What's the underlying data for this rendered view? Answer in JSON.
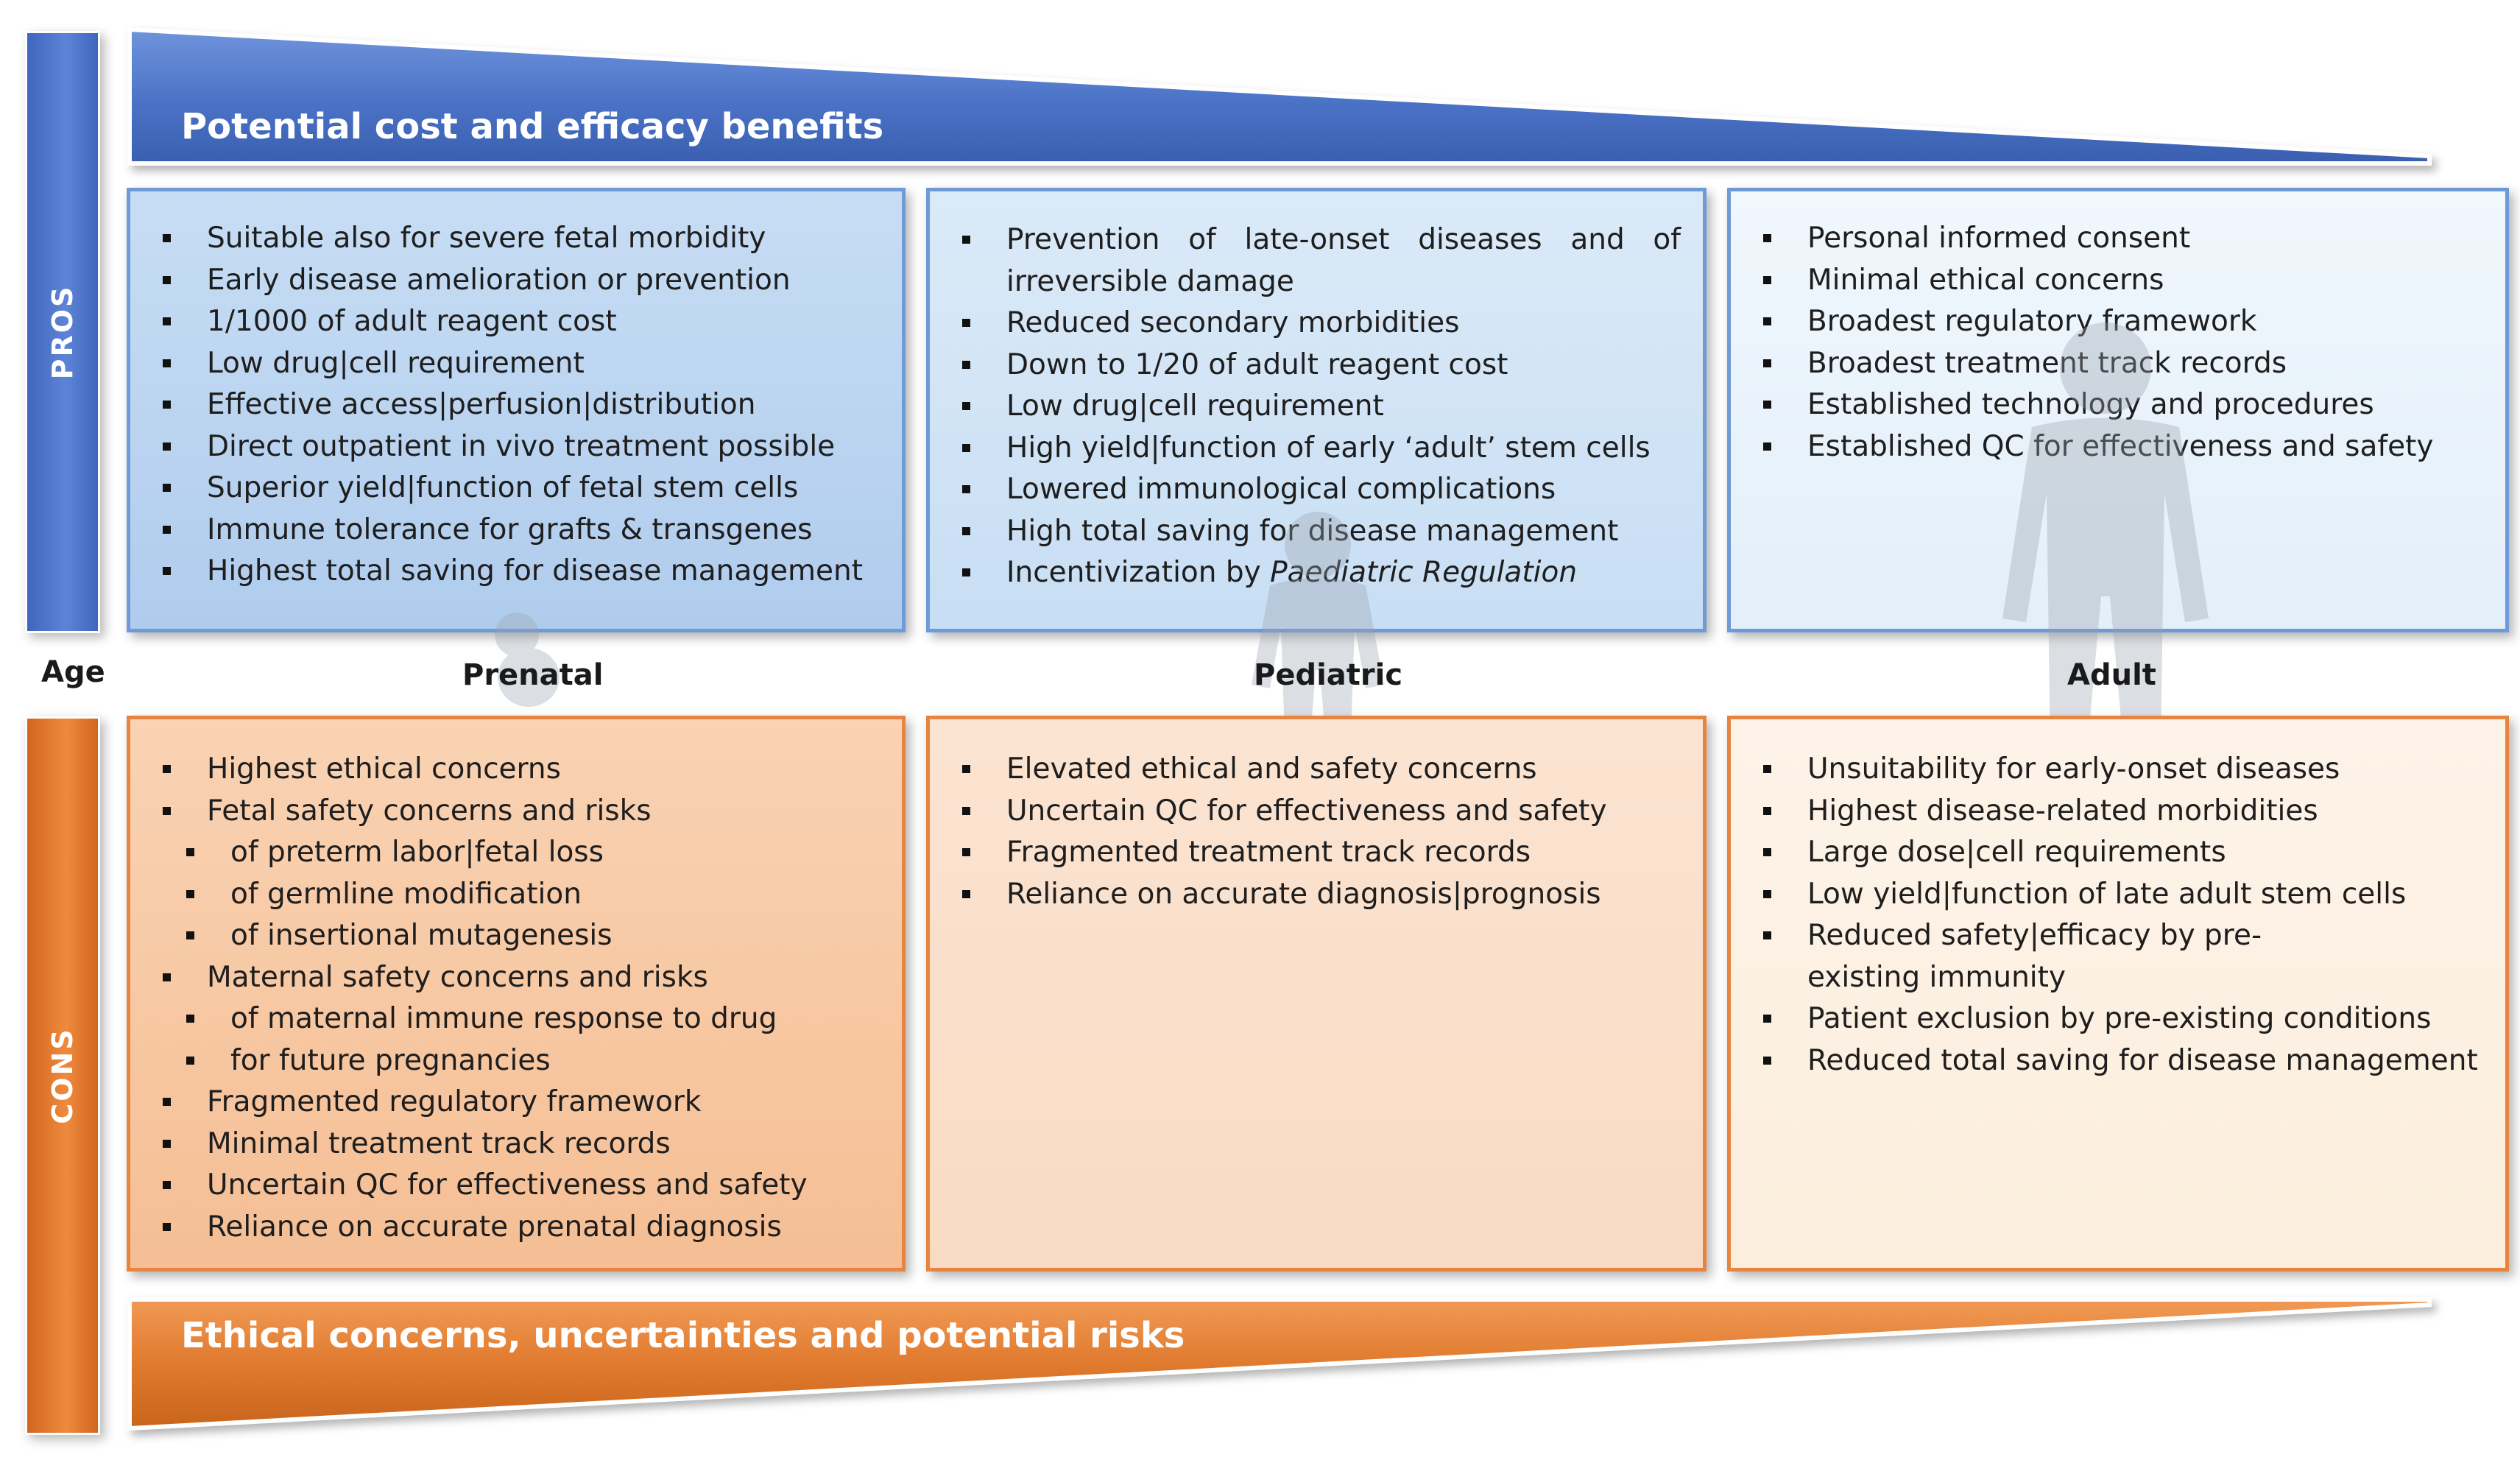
{
  "sidebar": {
    "pros_label": "PROS",
    "cons_label": "CONS"
  },
  "banners": {
    "top": "Potential cost and efficacy benefits",
    "bottom": "Ethical concerns, uncertainties and potential risks"
  },
  "age": {
    "label": "Age",
    "columns": [
      "Prenatal",
      "Pediatric",
      "Adult"
    ]
  },
  "pros": {
    "prenatal": [
      "Suitable also for severe fetal morbidity",
      "Early disease amelioration or prevention",
      "1/1000 of adult reagent cost",
      "Low drug|cell requirement",
      "Effective access|perfusion|distribution",
      "Direct outpatient in vivo treatment possible",
      "Superior yield|function of fetal stem cells",
      "Immune tolerance for grafts & transgenes",
      "Highest total saving for disease management"
    ],
    "pediatric": {
      "first_line": "Prevention of late-onset diseases and of",
      "first_line_cont": "irreversible damage",
      "items": [
        "Reduced secondary morbidities",
        "Down to 1/20 of adult reagent cost",
        "Low drug|cell requirement",
        "High yield|function of early ‘adult’ stem cells",
        "Lowered immunological complications",
        "High total saving for disease management"
      ],
      "last_prefix": "Incentivization by ",
      "last_italic": "Paediatric Regulation"
    },
    "adult": [
      "Personal informed consent",
      "Minimal ethical concerns",
      "Broadest regulatory framework",
      "Broadest treatment track records",
      "Established technology and procedures",
      "Established QC for effectiveness and safety"
    ]
  },
  "cons": {
    "prenatal": [
      {
        "text": "Highest ethical concerns",
        "level": 1
      },
      {
        "text": "Fetal safety concerns and risks",
        "level": 1
      },
      {
        "text": "of preterm labor|fetal loss",
        "level": 2
      },
      {
        "text": "of germline modification",
        "level": 2
      },
      {
        "text": "of insertional mutagenesis",
        "level": 2
      },
      {
        "text": "Maternal safety concerns and risks",
        "level": 1
      },
      {
        "text": "of maternal immune response to drug",
        "level": 2
      },
      {
        "text": "for future pregnancies",
        "level": 2
      },
      {
        "text": "Fragmented regulatory framework",
        "level": 1
      },
      {
        "text": "Minimal treatment track records",
        "level": 1
      },
      {
        "text": "Uncertain QC for effectiveness and safety",
        "level": 1
      },
      {
        "text": "Reliance on accurate prenatal diagnosis",
        "level": 1
      }
    ],
    "pediatric": [
      "Elevated ethical and safety concerns",
      "Uncertain QC for effectiveness and safety",
      "Fragmented treatment track records",
      "Reliance on accurate diagnosis|prognosis"
    ],
    "adult": {
      "items_before": [
        "Unsuitability for early-onset diseases",
        "Highest disease-related morbidities",
        "Large dose|cell requirements",
        "Low yield|function of late adult stem cells"
      ],
      "wrap_item": "Reduced safety|efficacy by pre-existing immunity",
      "items_after": [
        "Patient exclusion by pre-existing conditions",
        "Reduced total saving for disease management"
      ]
    }
  },
  "colors": {
    "pros_blue": "#4a72c6",
    "cons_orange": "#e07a2e",
    "pros_prenatal_bg": "#bcd6f1",
    "pros_pediatric_bg": "#d2e4f7",
    "pros_adult_bg": "#eaf3fc",
    "cons_prenatal_bg": "#f7c9a4",
    "cons_pediatric_bg": "#fae0cb",
    "cons_adult_bg": "#fdf1e3"
  },
  "icons": [
    "fetus-silhouette-icon",
    "child-silhouette-icon",
    "adult-silhouette-icon"
  ]
}
